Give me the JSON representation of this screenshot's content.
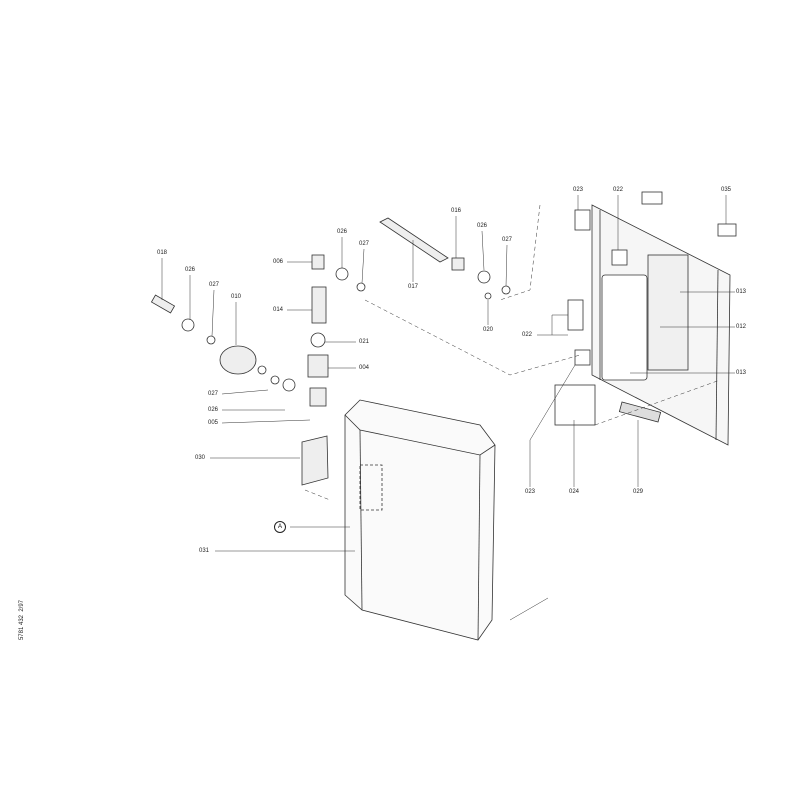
{
  "diagram": {
    "document_code": "5781 432",
    "date_code": "2/97",
    "reference_marker": "A",
    "labels": [
      "018",
      "026",
      "027",
      "010",
      "006",
      "026",
      "027",
      "014",
      "017",
      "016",
      "026",
      "027",
      "020",
      "021",
      "004",
      "027",
      "026",
      "005",
      "030",
      "031",
      "023",
      "022",
      "035",
      "013",
      "012",
      "013",
      "022",
      "023",
      "024",
      "029"
    ]
  }
}
